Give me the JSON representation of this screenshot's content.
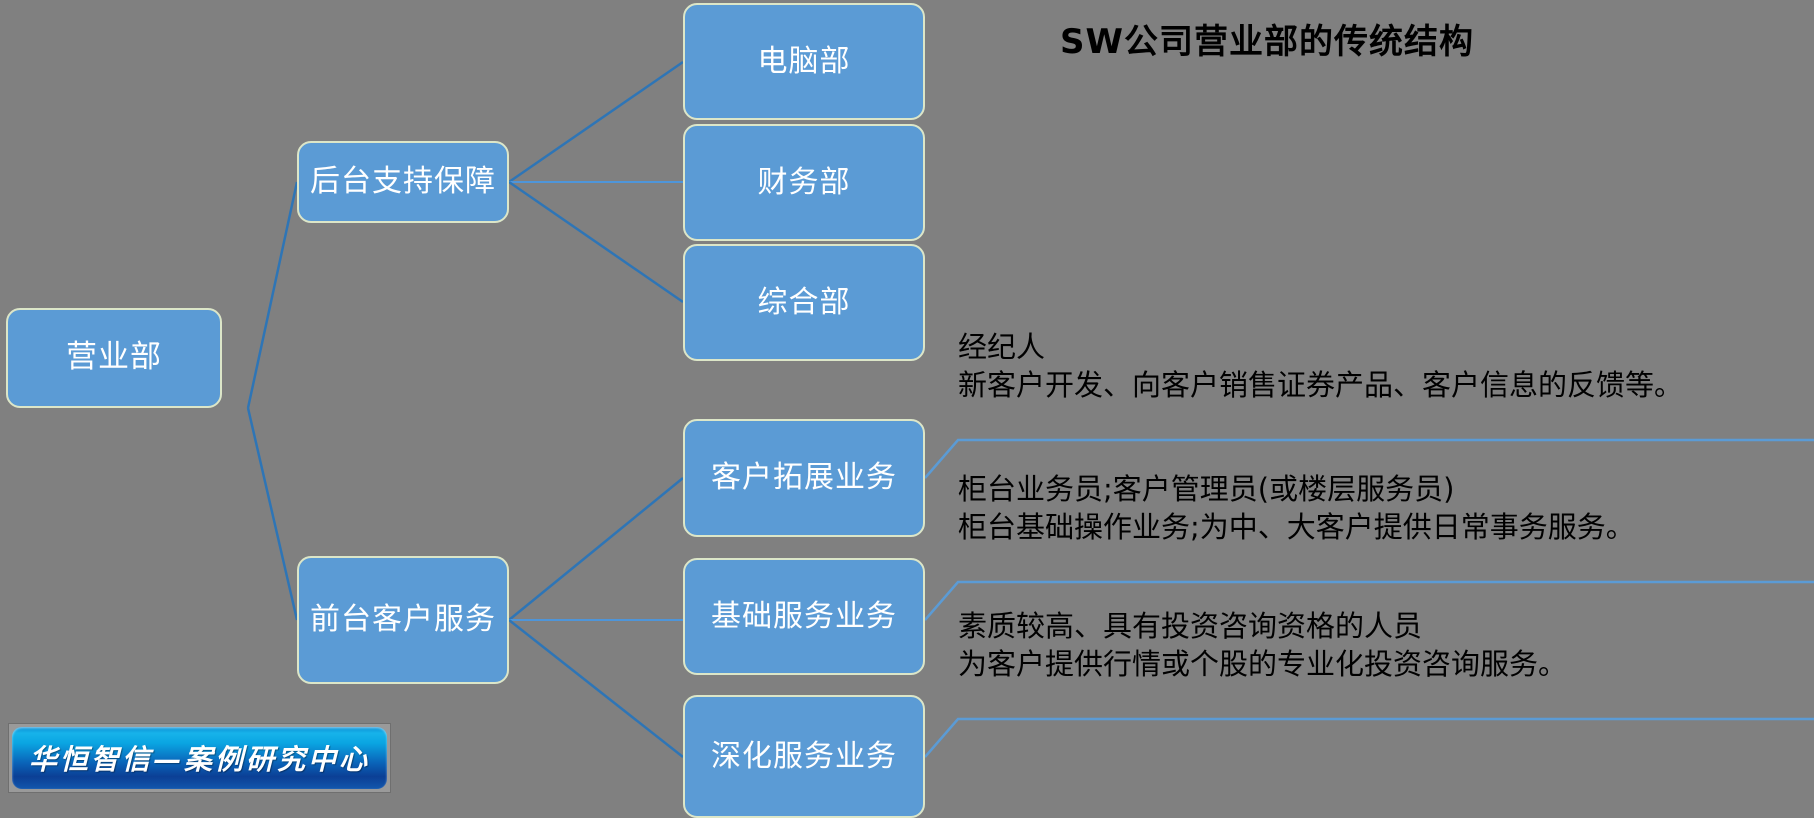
{
  "title": "SW公司营业部的传统结构",
  "colors": {
    "background": "#808080",
    "node_fill": "#5B9BD5",
    "node_border": "#DCE6C8",
    "connector": "#2E75B6",
    "annotation_rule": "#5B9BD5",
    "title_text": "#000000",
    "node_text": "#FFFFFF"
  },
  "root": {
    "label": "营业部"
  },
  "branches": [
    {
      "label": "后台支持保障"
    },
    {
      "label": "前台客户服务"
    }
  ],
  "leaves": [
    {
      "label": "电脑部"
    },
    {
      "label": "财务部"
    },
    {
      "label": "综合部"
    },
    {
      "label": "客户拓展业务"
    },
    {
      "label": "基础服务业务"
    },
    {
      "label": "深化服务业务"
    }
  ],
  "annotations": [
    {
      "role": "经纪人",
      "desc": "新客户开发、向客户销售证券产品、客户信息的反馈等。"
    },
    {
      "role": "柜台业务员;客户管理员(或楼层服务员)",
      "desc": "柜台基础操作业务;为中、大客户提供日常事务服务。"
    },
    {
      "role": "素质较高、具有投资咨询资格的人员",
      "desc": "为客户提供行情或个股的专业化投资咨询服务。"
    }
  ],
  "badge": {
    "label": "华恒智信—案例研究中心"
  }
}
